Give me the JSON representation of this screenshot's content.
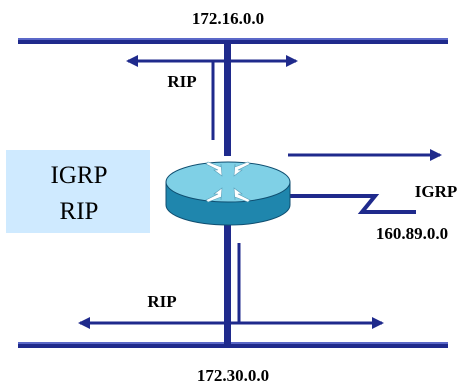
{
  "networks": {
    "top": "172.16.0.0",
    "bottom": "172.30.0.0",
    "right": "160.89.0.0"
  },
  "protocols": {
    "top_arrow": "RIP",
    "bottom_arrow": "RIP",
    "right_link": "IGRP"
  },
  "router_box": {
    "line1": "IGRP",
    "line2": "RIP"
  },
  "colors": {
    "line": "#1f2a8c",
    "box": "#cfeaff",
    "router_top": "#7fd0e6",
    "router_side": "#1f86ad"
  }
}
